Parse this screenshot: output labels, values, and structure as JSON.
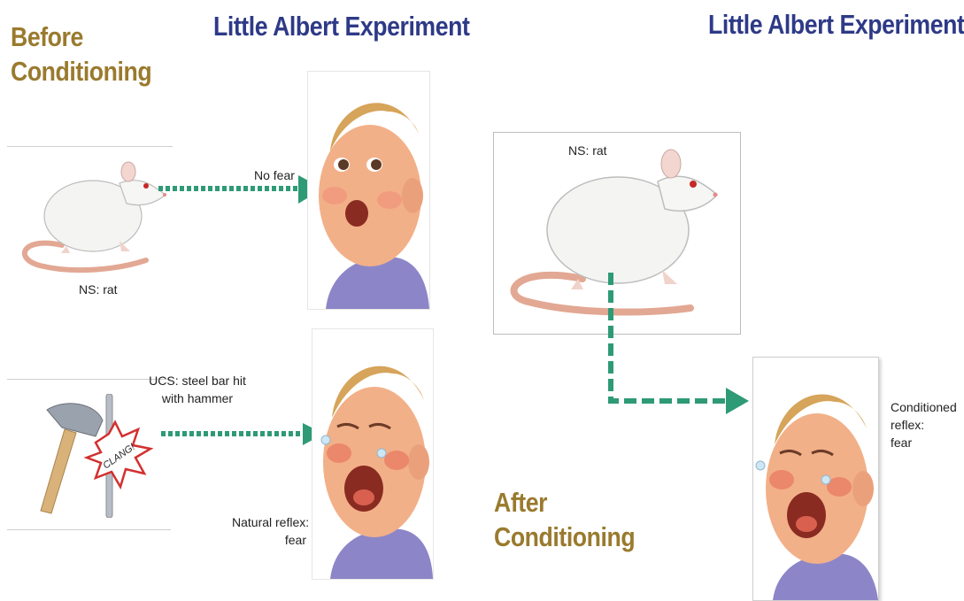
{
  "titles": {
    "left": "Little Albert Experiment",
    "right": "Little Albert Experiment"
  },
  "phases": {
    "before_line1": "Before",
    "before_line2": "Conditioning",
    "after_line1": "After",
    "after_line2": "Conditioning"
  },
  "labels": {
    "ns_rat_top": "NS: rat",
    "no_fear": "No fear",
    "ucs_line1": "UCS: steel bar hit",
    "ucs_line2": "with hammer",
    "clang": "CLANG!",
    "natural_reflex_line1": "Natural reflex:",
    "natural_reflex_line2": "fear",
    "ns_rat_after": "NS: rat",
    "conditioned_line1": "Conditioned",
    "conditioned_line2": "reflex:",
    "conditioned_line3": "fear"
  },
  "colors": {
    "title": "#2e3a87",
    "phase": "#9a7a2e",
    "arrow": "#2e9a76"
  }
}
